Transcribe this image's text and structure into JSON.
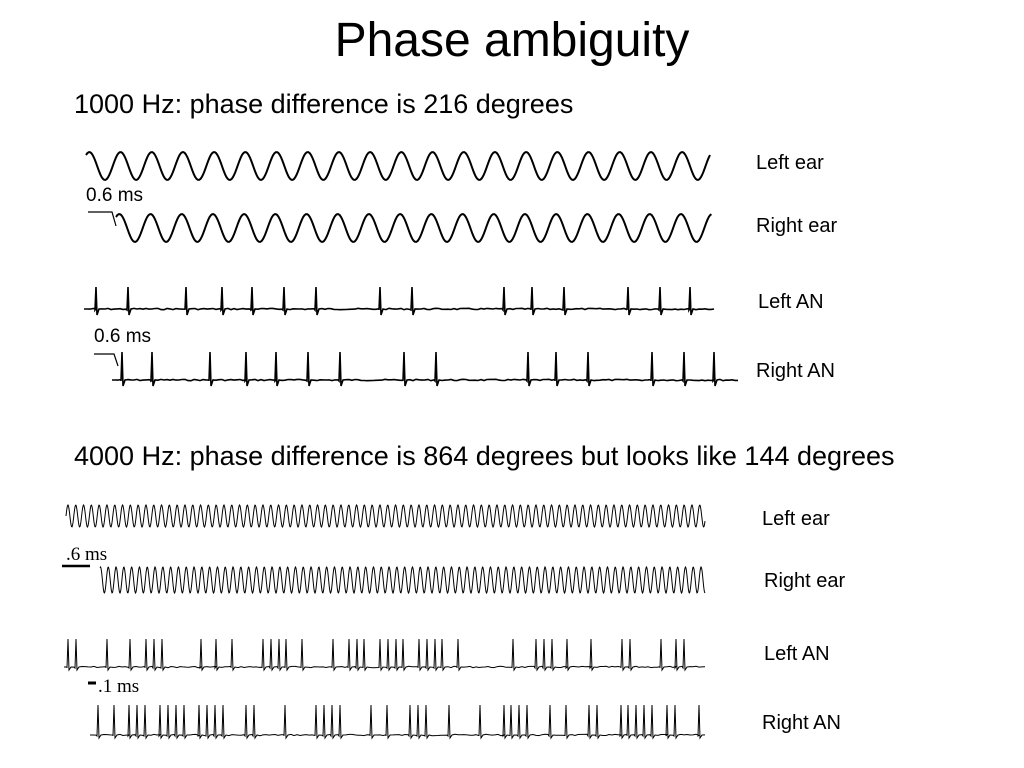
{
  "title": "Phase ambiguity",
  "panel_1000": {
    "heading": "1000 Hz: phase difference is 216 degrees",
    "frequency_hz": 1000,
    "phase_difference_deg": 216,
    "delay_label_ear": "0.6 ms",
    "delay_label_an": "0.6 ms",
    "labels": {
      "left_ear": "Left ear",
      "right_ear": "Right ear",
      "left_an": "Left AN",
      "right_an": "Right AN"
    }
  },
  "panel_4000": {
    "heading": "4000 Hz: phase difference is 864 degrees but looks like 144 degrees",
    "frequency_hz": 4000,
    "phase_difference_deg": 864,
    "apparent_phase_difference_deg": 144,
    "delay_label_ear": ".6 ms",
    "delay_label_an": ".1 ms",
    "labels": {
      "left_ear": "Left ear",
      "right_ear": "Right ear",
      "left_an": "Left AN",
      "right_an": "Right AN"
    }
  },
  "colors": {
    "ink": "#000000",
    "background": "#ffffff"
  }
}
